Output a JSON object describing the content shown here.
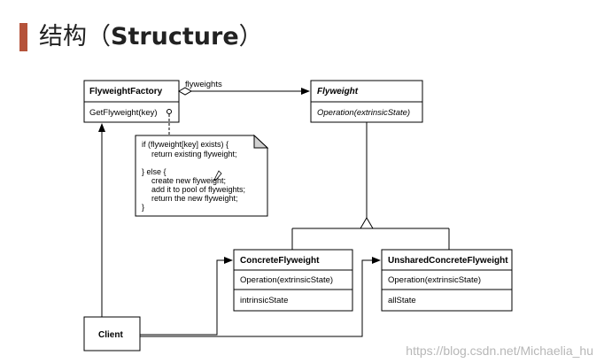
{
  "title": {
    "cn": "结构",
    "en": "Structure"
  },
  "classes": {
    "flyweight_factory": {
      "name": "FlyweightFactory",
      "operation": "GetFlyweight(key)"
    },
    "flyweight": {
      "name": "Flyweight",
      "operation": "Operation(extrinsicState)"
    },
    "concrete": {
      "name": "ConcreteFlyweight",
      "operation": "Operation(extrinsicState)",
      "field": "intrinsicState"
    },
    "unshared": {
      "name": "UnsharedConcreteFlyweight",
      "operation": "Operation(extrinsicState)",
      "field": "allState"
    },
    "client": {
      "name": "Client"
    }
  },
  "association_label": "flyweights",
  "note_lines": [
    "if (flyweight[key] exists) {",
    "return existing flyweight;",
    "} else {",
    "create new flyweight;",
    "add it to pool of flyweights;",
    "return the new flyweight;",
    "}"
  ],
  "watermark": "https://blog.csdn.net/Michaelia_hu"
}
